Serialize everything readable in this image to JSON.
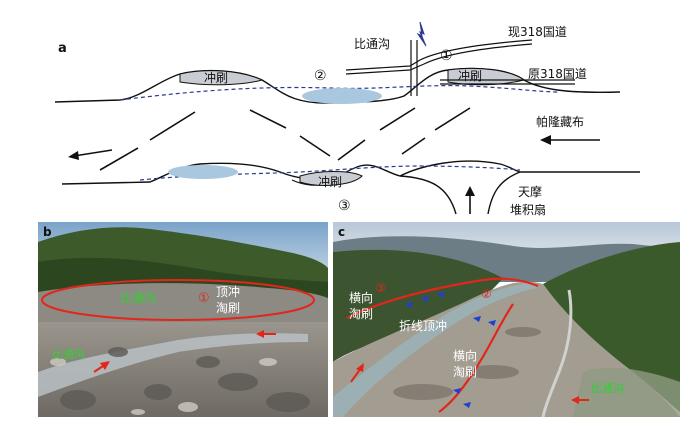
{
  "panel_a": {
    "letter": "a",
    "label_scour": "冲刷",
    "label_bitonggou": "比通沟",
    "label_new_road": "现318国道",
    "label_old_road": "原318国道",
    "label_river": "帕隆藏布",
    "label_tianmo_1": "天摩",
    "label_tianmo_2": "堆积扇",
    "circle_1": "①",
    "circle_2": "②",
    "circle_3": "③"
  },
  "panel_b": {
    "letter": "b",
    "label_bitonggou": "比通沟",
    "circle_1": "①",
    "label_top_1": "顶冲",
    "label_top_2": "淘刷",
    "label_bottom": "比通沟"
  },
  "panel_c": {
    "letter": "c",
    "label_lateral_left_1": "横向",
    "label_lateral_left_2": "淘刷",
    "label_fold": "折线顶冲",
    "label_lateral_right_1": "横向",
    "label_lateral_right_2": "淘刷",
    "label_bitonggou": "比通沟",
    "circle_2": "②",
    "circle_3": "③"
  },
  "colors": {
    "dashed_water": "#2b3a8f",
    "lens_fill": "#a9c8e0",
    "scour_fill": "#c9ccd3",
    "red_line": "#e1261c",
    "green_text": "#2fd22f",
    "arrow_blue": "#1f3fd6"
  }
}
